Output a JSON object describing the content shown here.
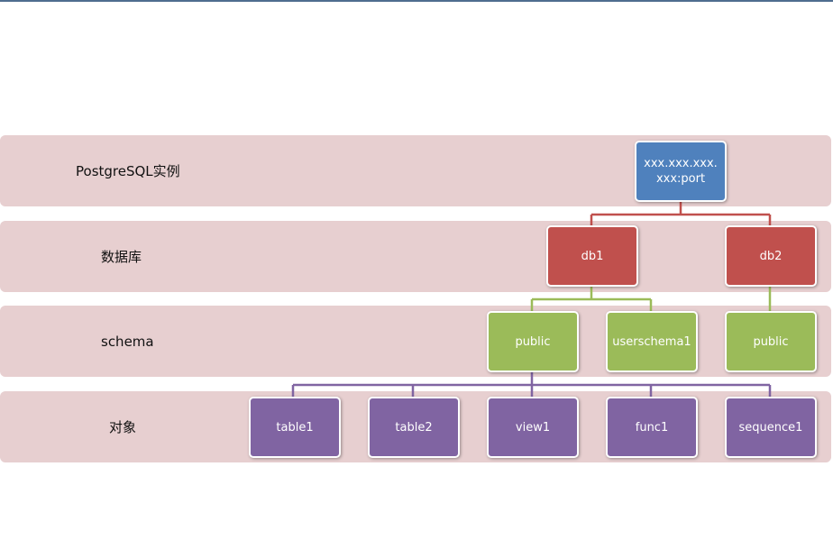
{
  "levels": [
    {
      "label": "PostgreSQL实例"
    },
    {
      "label": "数据库"
    },
    {
      "label": "schema"
    },
    {
      "label": "对象"
    }
  ],
  "nodes": {
    "instance": "xxx.xxx.xxx.xxx:port",
    "db1": "db1",
    "db2": "db2",
    "db1_public": "public",
    "userschema1": "userschema1",
    "db2_public": "public",
    "table1": "table1",
    "table2": "table2",
    "view1": "view1",
    "func1": "func1",
    "sequence1": "sequence1"
  },
  "colors": {
    "instance": "#4f81bd",
    "database": "#c0504d",
    "schema": "#9bbb59",
    "object": "#8064a2",
    "band": "#e7cfd0"
  }
}
